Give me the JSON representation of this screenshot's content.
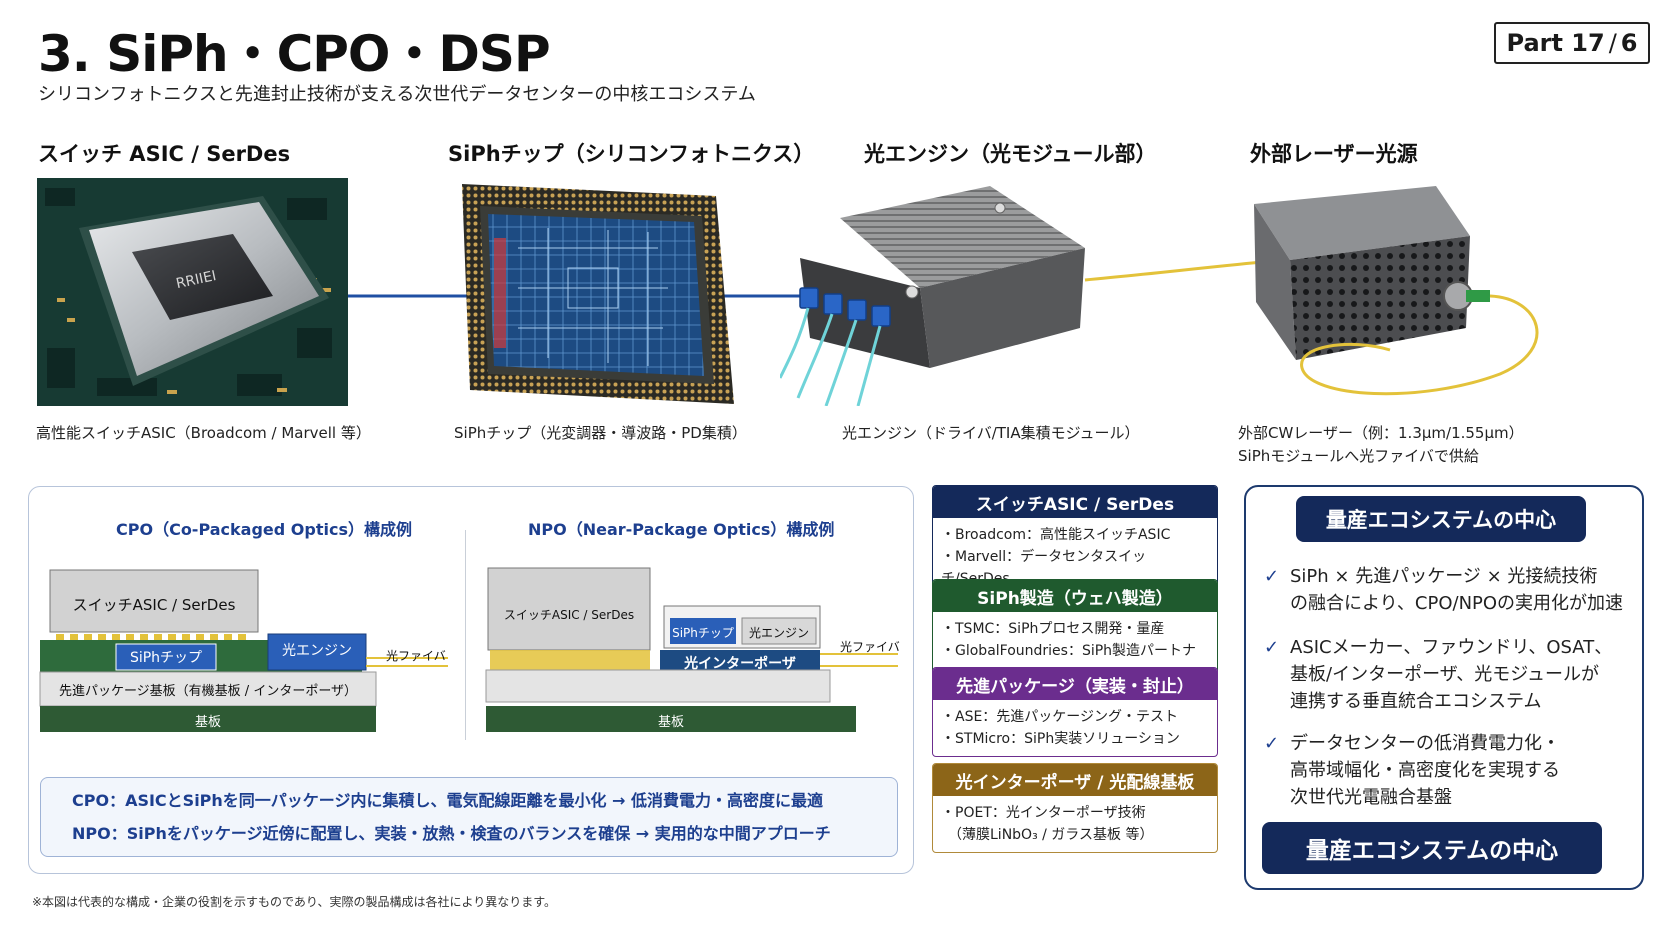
{
  "header": {
    "title": "3. SiPh・CPO・DSP",
    "subtitle": "シリコンフォトニクスと先進封止技術が支える次世代データセンターの中核エコシステム",
    "part_label": "Part 17",
    "part_total": "6"
  },
  "components": [
    {
      "heading": "スイッチ ASIC / SerDes",
      "caption": "高性能スイッチASIC（Broadcom / Marvell 等）",
      "chip_mark": "RRIIEI"
    },
    {
      "heading": "SiPhチップ（シリコンフォトニクス）",
      "caption": "SiPhチップ（光変調器・導波路・PD集積）"
    },
    {
      "heading": "光エンジン（光モジュール部）",
      "caption": "光エンジン（ドライバ/TIA集積モジュール）"
    },
    {
      "heading": "外部レーザー光源",
      "caption": "外部CWレーザー（例：1.3μm/1.55μm）",
      "caption2": "SiPhモジュールへ光ファイバで供給"
    }
  ],
  "cpo": {
    "heading": "CPO（Co-Packaged Optics）構成例",
    "asic": "スイッチASIC / SerDes",
    "siph": "SiPhチップ",
    "engine": "光エンジン",
    "fiber": "光ファイバ",
    "package": "先進パッケージ基板（有機基板 / インターポーザ）",
    "substrate": "基板"
  },
  "npo": {
    "heading": "NPO（Near-Package Optics）構成例",
    "asic": "スイッチASIC / SerDes",
    "siph": "SiPhチップ",
    "engine": "光エンジン",
    "fiber": "光ファイバ",
    "interposer": "光インターポーザ",
    "substrate": "基板"
  },
  "notes": [
    "CPO：ASICとSiPhを同一パッケージ内に集積し、電気配線距離を最小化 → 低消費電力・高密度に最適",
    "NPO：SiPhをパッケージ近傍に配置し、実装・放熱・検査のバランスを確保 → 実用的な中間アプローチ"
  ],
  "cards": [
    {
      "title": "スイッチASIC / SerDes",
      "color": "#14295a",
      "border": "#14295a",
      "lines": [
        "・Broadcom：高性能スイッチASIC",
        "・Marvell：データセンタスイッチ/SerDes"
      ]
    },
    {
      "title": "SiPh製造（ウェハ製造）",
      "color": "#1f5a2e",
      "border": "#1f5a2e",
      "lines": [
        "・TSMC：SiPhプロセス開発・量産",
        "・GlobalFoundries：SiPh製造パートナー"
      ]
    },
    {
      "title": "先進パッケージ（実装・封止）",
      "color": "#6b2d8e",
      "border": "#6b2d8e",
      "lines": [
        "・ASE：先進パッケージング・テスト",
        "・STMicro：SiPh実装ソリューション"
      ]
    },
    {
      "title": "光インターポーザ / 光配線基板",
      "color": "#8c6518",
      "border": "#b08a3a",
      "lines": [
        "・POET：光インターポーザ技術",
        "　（薄膜LiNbO₃ / ガラス基板 等）"
      ]
    }
  ],
  "ecosystem": {
    "top_label": "量産エコシステムの中心",
    "bottom_label": "量産エコシステムの中心",
    "bullets": [
      {
        "l1": "SiPh × 先進パッケージ × 光接続技術",
        "l2": "の融合により、CPO/NPOの実用化が加速"
      },
      {
        "l1": "ASICメーカー、ファウンドリ、OSAT、",
        "l2": "基板/インターポーザ、光モジュールが",
        "l3": "連携する垂直統合エコシステム"
      },
      {
        "l1": "データセンターの低消費電力化・",
        "l2": "高帯域幅化・高密度化を実現する",
        "l3": "次世代光電融合基盤"
      }
    ],
    "check": "✓"
  },
  "footnote": "※本図は代表的な構成・企業の役割を示すものであり、実際の製品構成は各社により異なります。",
  "colors": {
    "navy": "#14295a",
    "fiber_yellow": "#e3c23a",
    "fiber_aqua": "#6fd3d8",
    "link_blue": "#1f4fa3"
  }
}
